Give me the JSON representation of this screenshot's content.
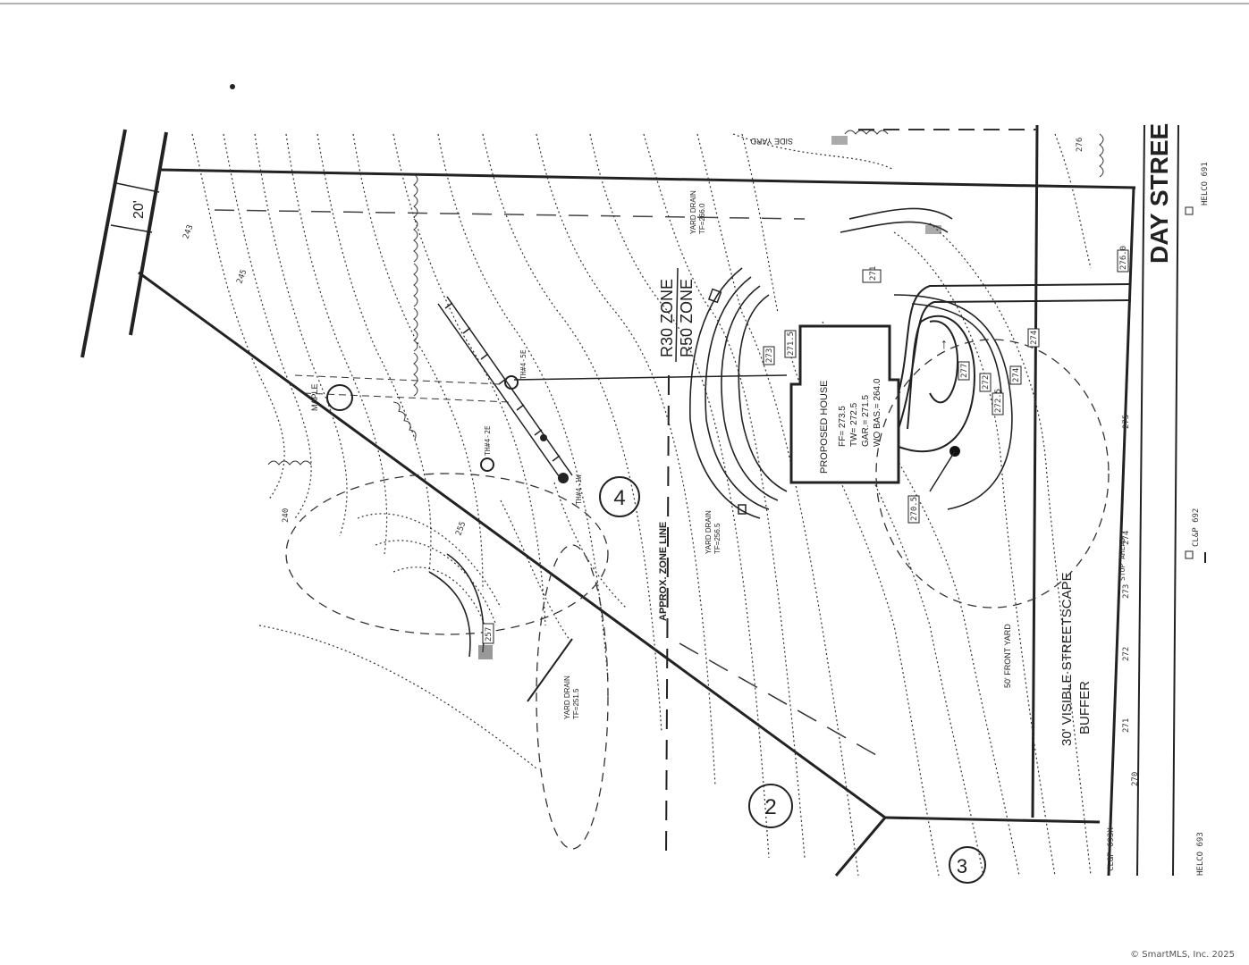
{
  "plan": {
    "road_width": "20'",
    "street_name": "DAY STREE",
    "zone_upper": "R30 ZONE",
    "zone_lower": "R50 ZONE",
    "zone_line": "APPROX. ZONE LINE",
    "lot_numbers": [
      "4",
      "2",
      "3"
    ],
    "house": {
      "title": "PROPOSED HOUSE",
      "ff": "FF= 273.5",
      "tw": "TW= 272.5",
      "gar": "GAR.= 271.5",
      "bas": "WO BAS.= 264.0"
    },
    "buffer_line1": "30' VISIBLE STREETSCAPE",
    "buffer_line2": "BUFFER",
    "front_yard": "50' FRONT YARD",
    "yard_drain_1": "YARD DRAIN",
    "yard_drain_1_tf": "TF=256.5",
    "yard_drain_2": "YARD DRAIN",
    "yard_drain_2_tf": "TF=251.5",
    "yard_drain_3": "YARD DRAIN",
    "yard_drain_3_tf": "TF=266.0",
    "side_yard": "SIDE YARD",
    "maple": "MAPLE",
    "utility_labels": [
      "HELCO 691",
      "CL&P 692",
      "CL&P 693X",
      "HELCO 693"
    ],
    "contour_labels": [
      "243",
      "245",
      "255",
      "240",
      "270",
      "271",
      "272",
      "273",
      "274",
      "275",
      "276"
    ],
    "spot_elevations": [
      "257",
      "273",
      "271.5",
      "270.5",
      "272",
      "272.5",
      "274",
      "277",
      "274",
      "271",
      "276.0"
    ],
    "test_holes": [
      "TH#4-5E",
      "TH#4-1W",
      "TH#4-2E"
    ],
    "stop_sign": "STOP AHEAD"
  },
  "copyright": "© SmartMLS, Inc. 2025"
}
